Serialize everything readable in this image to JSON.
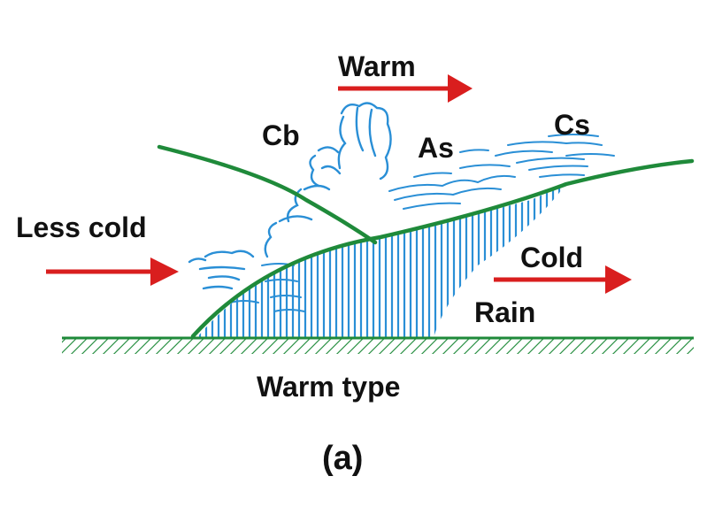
{
  "labels": {
    "warm": "Warm",
    "less_cold": "Less cold",
    "cold": "Cold",
    "rain": "Rain",
    "cb": "Cb",
    "as": "As",
    "cs": "Cs",
    "warm_type": "Warm type",
    "panel": "(a)"
  },
  "colors": {
    "arrow": "#d91e1e",
    "front": "#1f8a3a",
    "cloud": "#2a8fd6",
    "ground": "#1f8a3a",
    "text": "#111111"
  },
  "icons": {
    "warm_air": "arrow-right-icon",
    "less_cold_air": "arrow-right-icon",
    "cold_air": "arrow-right-icon"
  }
}
